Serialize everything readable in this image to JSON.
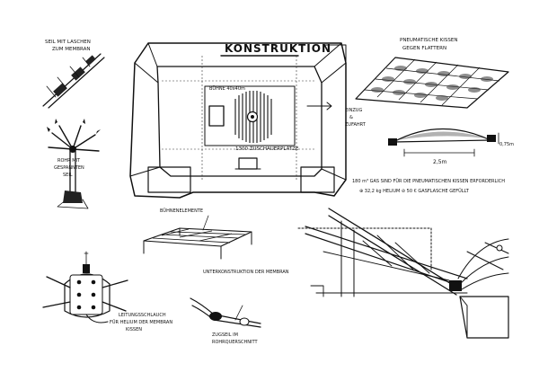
{
  "title": "KONSTRUKTION",
  "labels": {
    "seil_mit_laschen": [
      "SEIL MIT LASCHEN",
      "ZUM MEMBRAN"
    ],
    "rohr_mit_seil": [
      "ROHR MIT",
      "GESPANNTEN",
      "SEIL"
    ],
    "pneumatische_kissen": [
      "PNEUMATISCHE KISSEN",
      "GEGEN FLATTERN"
    ],
    "buehne": "BÜHNE 40x40m",
    "einzug": [
      "EINZUG",
      "&",
      "ZUFAHRT"
    ],
    "zuschauer": "1300 ZUSCHAUERPLÄTZE",
    "dim_width": "2,5m",
    "dim_height": "0,75m",
    "gas_note": [
      "180 m³ GAS SIND FÜR DIE PNEUMATISCHEN KISSEN ERFORDERLICH",
      "⊕ 32,2 kg HELIUM ⊘ 50 € GASFLASCHE GEFÜLLT"
    ],
    "buehnenelemente": "BÜHNENELEMENTE",
    "unterkonstruktion": "UNTERKONSTRUKTION DER MEMBRAN",
    "leitungsschlauch": [
      "LEITUNGSSCHLAUCH",
      "FÜR HELIUM DER MEMBRAN",
      "KISSEN"
    ],
    "zugseil": [
      "ZUGSEIL IM",
      "ROHRQUERSCHNITT"
    ]
  }
}
